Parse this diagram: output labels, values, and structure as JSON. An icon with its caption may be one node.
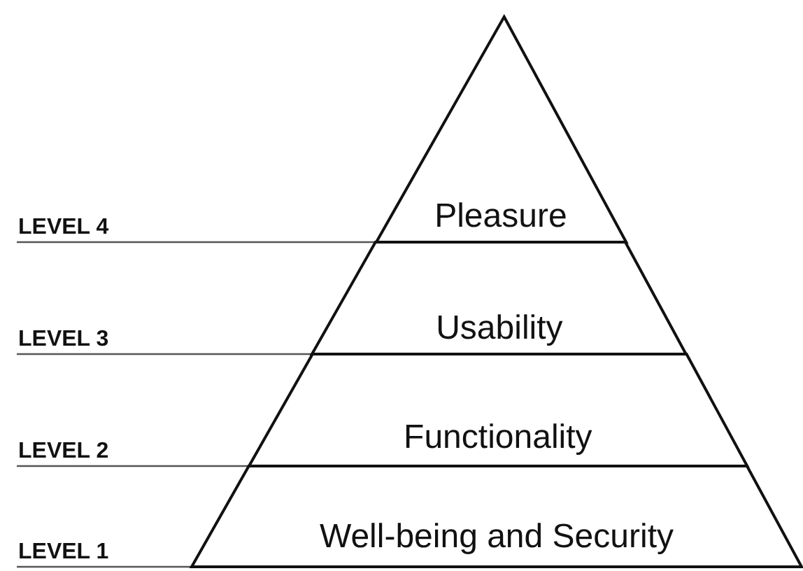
{
  "diagram": {
    "nodes": [
      {
        "text": [
          "Pleasure"
        ]
      },
      {
        "text": [
          "Usability"
        ]
      },
      {
        "text": [
          "Functionality"
        ]
      },
      {
        "text": [
          "Well-being and Security"
        ]
      },
      {
        "text": [
          "LEVEL 4"
        ]
      },
      {
        "text": [
          "LEVEL 3"
        ]
      },
      {
        "text": [
          "LEVEL 2"
        ]
      },
      {
        "text": [
          "LEVEL 1"
        ]
      }
    ],
    "edges": [
      {
        "from": 4,
        "to": 0,
        "arrow": "none"
      },
      {
        "from": 5,
        "to": 1,
        "arrow": "none"
      },
      {
        "from": 6,
        "to": 2,
        "arrow": "none"
      },
      {
        "from": 7,
        "to": 3,
        "arrow": "none"
      }
    ]
  }
}
